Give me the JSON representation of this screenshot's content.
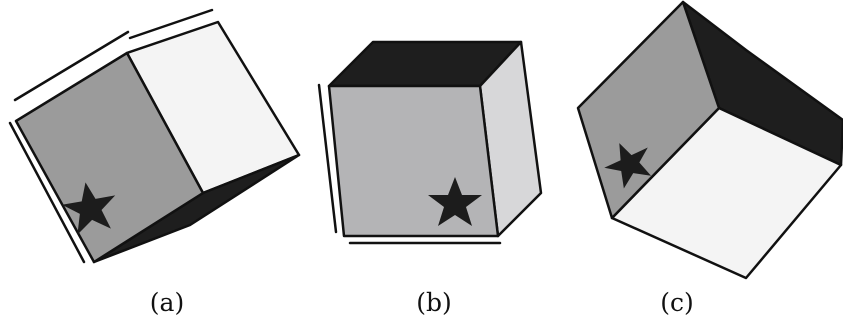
{
  "panels": [
    {
      "label": "(a)"
    },
    {
      "label": "(b)"
    },
    {
      "label": "(c)"
    }
  ],
  "colors": {
    "outline": "#111111",
    "dark_face": "#1e1e1e",
    "mid_gray_face": "#9b9b9b",
    "light_gray_face": "#b4b4b6",
    "pale_face": "#d7d7d9",
    "white_face": "#f4f4f4",
    "star": "#1c1c1c"
  },
  "icons": [
    "star-icon"
  ]
}
